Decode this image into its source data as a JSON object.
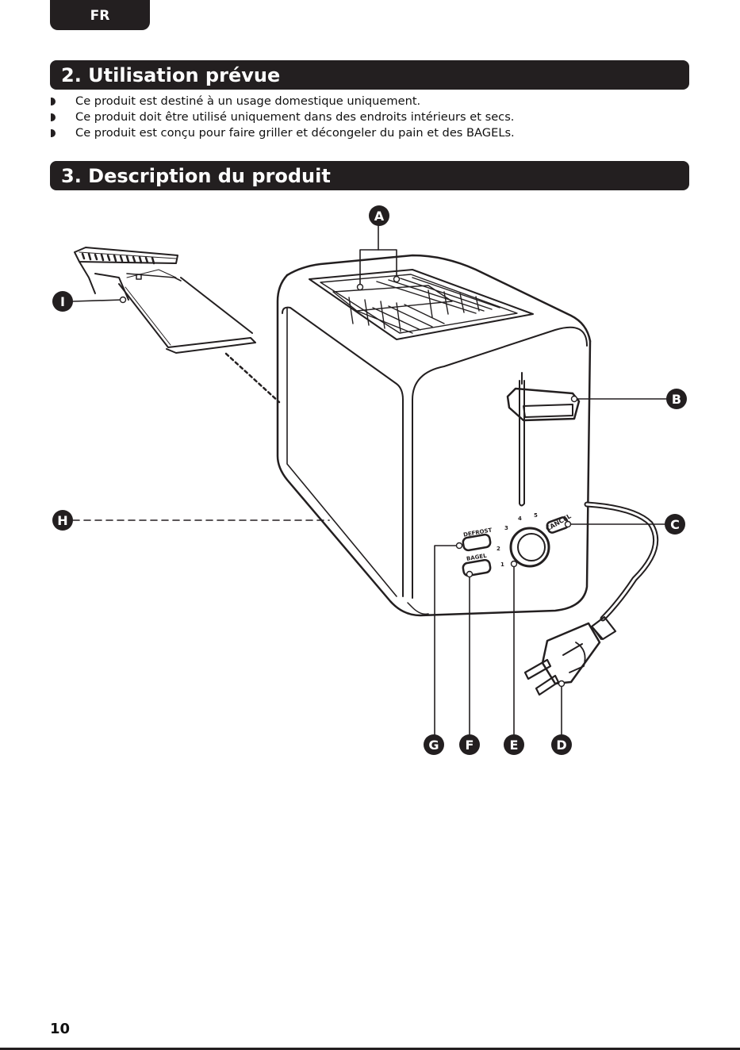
{
  "header": {
    "lang": "FR"
  },
  "section2": {
    "title": "2. Utilisation prévue",
    "bullets": [
      "Ce produit est destiné à un usage domestique uniquement.",
      "Ce produit doit être utilisé uniquement dans des endroits intérieurs et secs.",
      "Ce produit est conçu pour faire griller et décongeler du pain et des BAGELs."
    ]
  },
  "section3": {
    "title": "3. Description du produit",
    "callouts": [
      "A",
      "B",
      "C",
      "D",
      "E",
      "F",
      "G",
      "H",
      "I"
    ],
    "panel": {
      "defrost": "DEFROST",
      "bagel": "BAGEL",
      "cancel": "CANCEL",
      "dial": [
        "1",
        "2",
        "3",
        "4",
        "5"
      ]
    }
  },
  "footer": {
    "page": "10"
  }
}
